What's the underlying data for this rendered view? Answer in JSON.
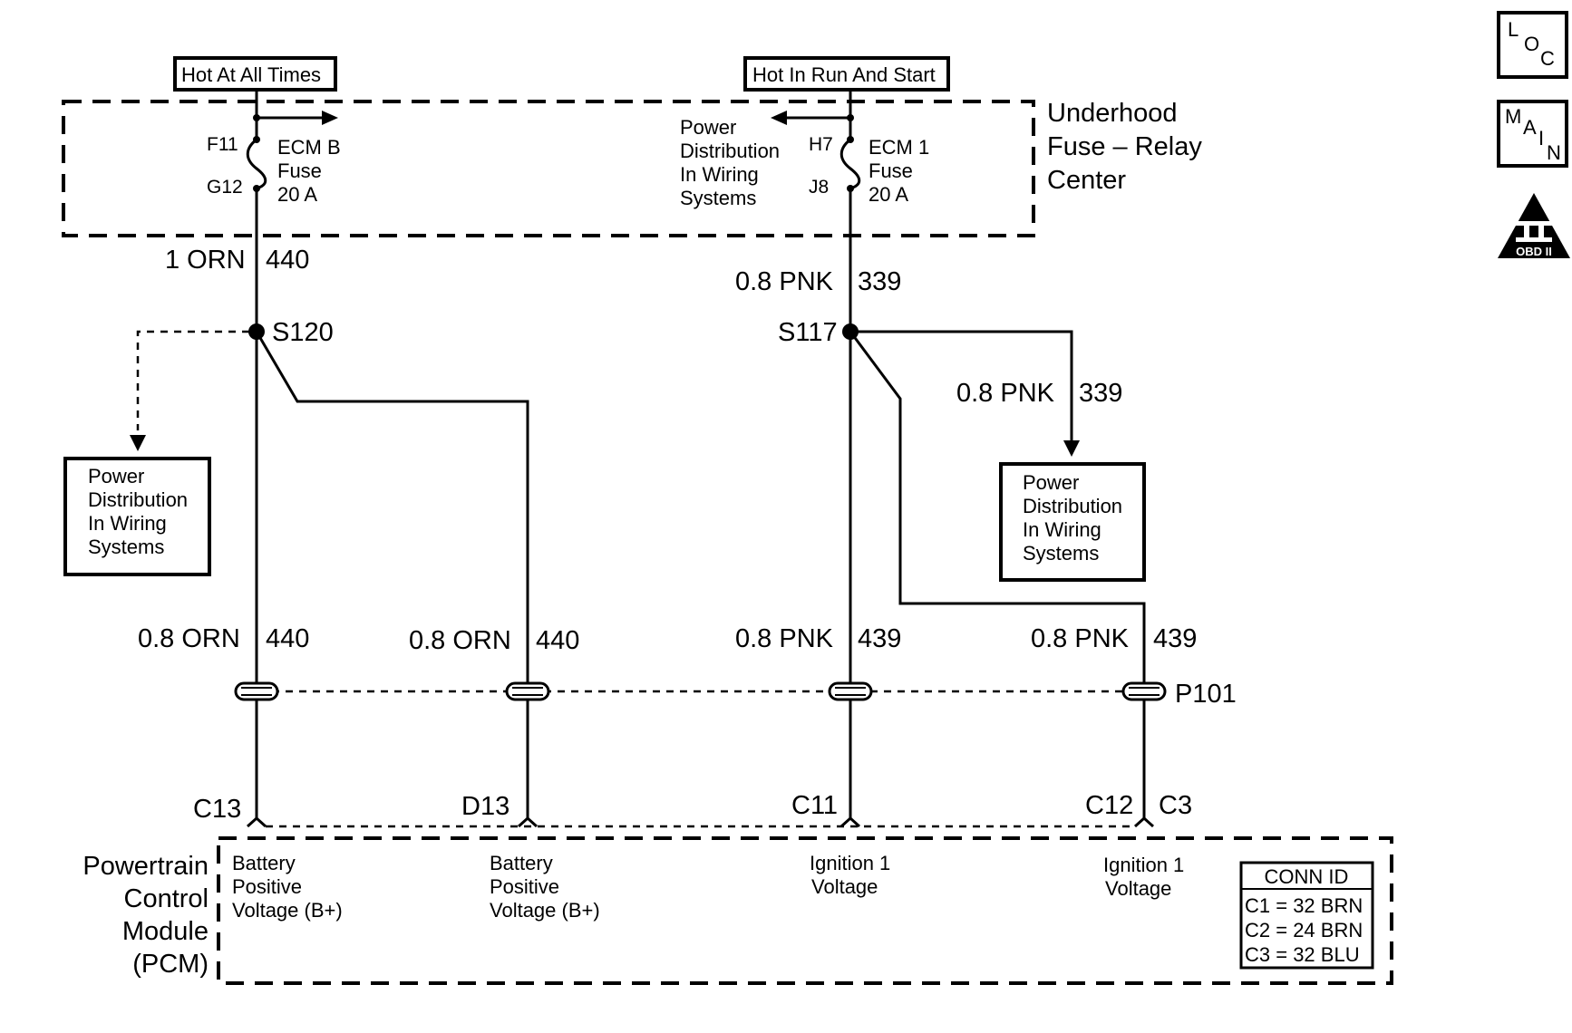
{
  "feeds": {
    "left": "Hot At All Times",
    "right": "Hot In Run And Start"
  },
  "fuse_center": {
    "line1": "Underhood",
    "line2": "Fuse – Relay",
    "line3": "Center"
  },
  "fuse_b": {
    "top_pin": "F11",
    "bottom_pin": "G12",
    "name": "ECM B",
    "word": "Fuse",
    "rating": "20 A"
  },
  "fuse_1": {
    "top_pin": "H7",
    "bottom_pin": "J8",
    "name": "ECM 1",
    "word": "Fuse",
    "rating": "20 A"
  },
  "power_dist_top": [
    "Power",
    "Distribution",
    "In  Wiring",
    "Systems"
  ],
  "power_dist_left": [
    "Power",
    "Distribution",
    "In Wiring",
    "Systems"
  ],
  "power_dist_right": [
    "Power",
    "Distribution",
    "In Wiring",
    "Systems"
  ],
  "wires": {
    "w1_size": "1 ORN",
    "w1_circuit": "440",
    "w2_size": "0.8 PNK",
    "w2_circuit": "339",
    "w3_size": "0.8 PNK",
    "w3_circuit": "339",
    "a_size": "0.8 ORN",
    "a_circuit": "440",
    "b_size": "0.8 ORN",
    "b_circuit": "440",
    "c_size": "0.8 PNK",
    "c_circuit": "439",
    "d_size": "0.8 PNK",
    "d_circuit": "439"
  },
  "splices": {
    "left": "S120",
    "right": "S117"
  },
  "connector_p": "P101",
  "pins": {
    "a": "C13",
    "b": "D13",
    "c": "C11",
    "d": "C12",
    "d_conn": "C3"
  },
  "pcm": {
    "line1": "Powertrain",
    "line2": "Control",
    "line3": "Module",
    "line4": "(PCM)"
  },
  "pcm_labels": {
    "a": [
      "Battery",
      "Positive",
      "Voltage (B+)"
    ],
    "b": [
      "Battery",
      "Positive",
      "Voltage (B+)"
    ],
    "c": [
      "Ignition 1",
      "Voltage"
    ],
    "d": [
      "Ignition 1",
      "Voltage"
    ]
  },
  "conn_id": {
    "title": "CONN ID",
    "rows": [
      "C1  =  32 BRN",
      "C2  =  24 BRN",
      "C3  =  32 BLU"
    ]
  },
  "nav": {
    "loc": [
      "L",
      "O",
      "C"
    ],
    "main": [
      "M",
      "A",
      "I",
      "N"
    ],
    "obd_numeral": "II",
    "obd_label": "OBD II"
  }
}
